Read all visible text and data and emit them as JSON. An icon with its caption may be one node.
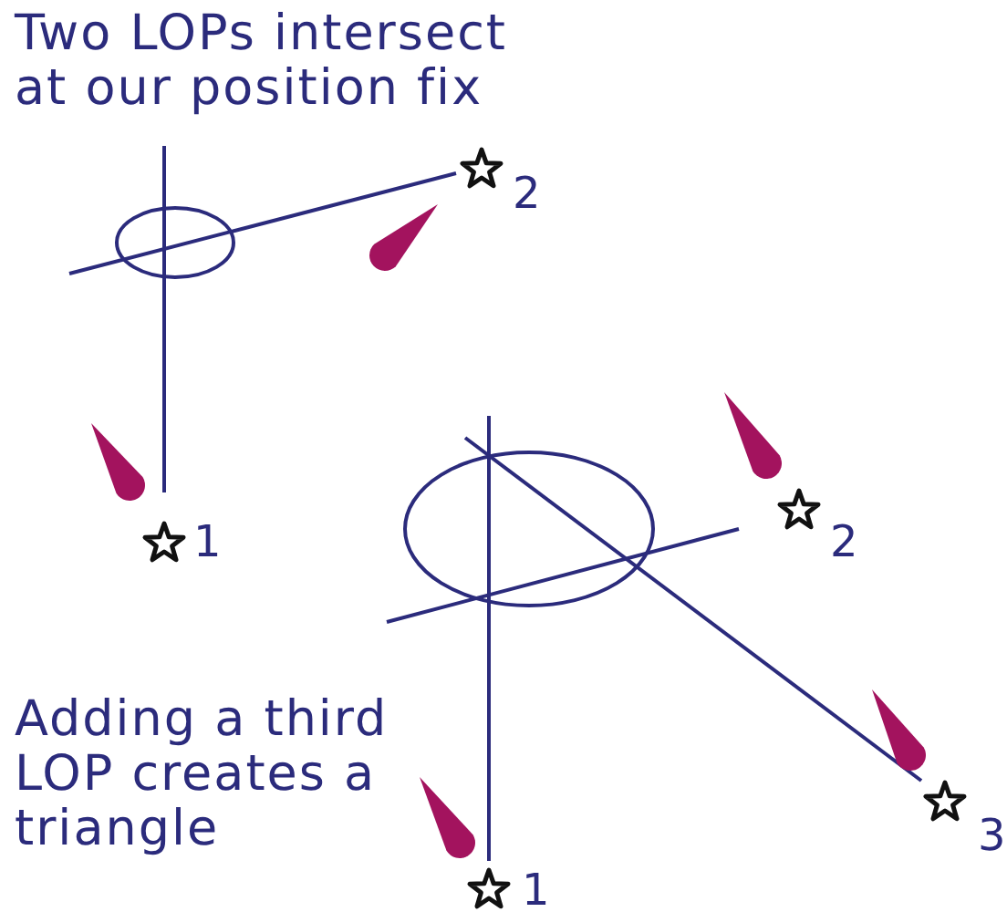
{
  "diagram": {
    "labels": [
      "Two LOPs intersect at our position fix",
      "2",
      "1",
      "2",
      "Adding a third LOP creates a triangle",
      "3",
      "1"
    ]
  }
}
